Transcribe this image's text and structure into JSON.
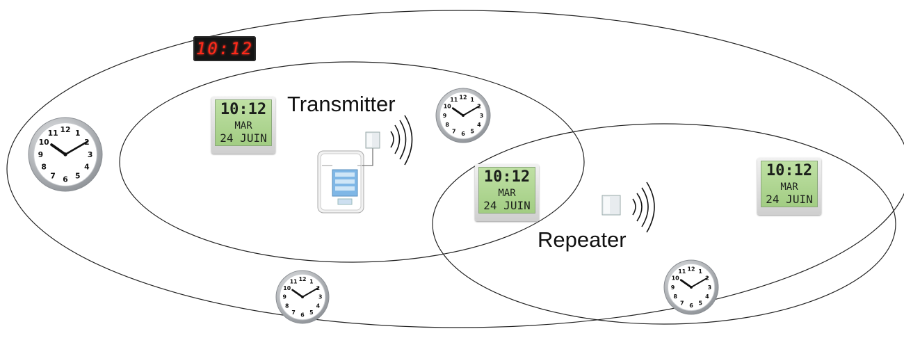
{
  "labels": {
    "transmitter": "Transmitter",
    "repeater": "Repeater"
  },
  "red_display": {
    "time": "10:12"
  },
  "lcd_clocks": [
    {
      "time": "10:12",
      "day": "MAR",
      "date": "24 JUIN"
    },
    {
      "time": "10:12",
      "day": "MAR",
      "date": "24 JUIN"
    },
    {
      "time": "10:12",
      "day": "MAR",
      "date": "24 JUIN"
    }
  ],
  "analog_clocks": {
    "time": "10:10",
    "numerals": [
      "12",
      "1",
      "2",
      "3",
      "4",
      "5",
      "6",
      "7",
      "8",
      "9",
      "10",
      "11"
    ]
  },
  "colors": {
    "outline": "#222222",
    "lcd_screen": "#a8d18a",
    "red_digits": "#ff2a1a",
    "clock_frame": "#b9bcc0"
  }
}
